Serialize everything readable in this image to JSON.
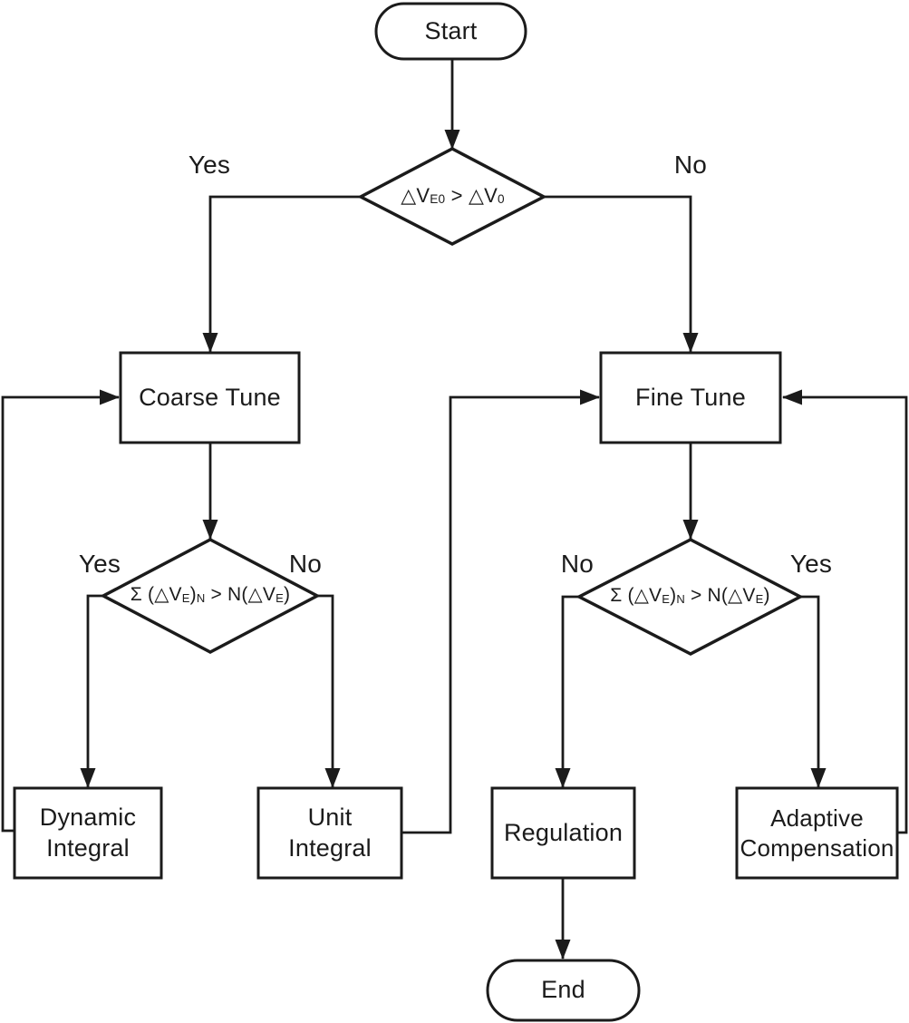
{
  "figure": {
    "ink_color": "#1b1b1b",
    "bg_color": "#ffffff"
  },
  "nodes": {
    "start": {
      "label": "Start"
    },
    "decision_top": {
      "p1": "△V",
      "s1": "E0",
      "p2": " > △V",
      "s2": "0"
    },
    "coarse_tune": {
      "label": "Coarse Tune"
    },
    "fine_tune": {
      "label": "Fine Tune"
    },
    "decision_left": {
      "p1": "Σ (△V",
      "s1": "E",
      "p2": ")",
      "s2": "N",
      "p3": " > N(△V",
      "s3": "E",
      "p4": ")"
    },
    "decision_right": {
      "p1": "Σ (△V",
      "s1": "E",
      "p2": ")",
      "s2": "N",
      "p3": " > N(△V",
      "s3": "E",
      "p4": ")"
    },
    "dynamic_integral": {
      "line1": "Dynamic",
      "line2": "Integral"
    },
    "unit_integral": {
      "line1": "Unit",
      "line2": "Integral"
    },
    "regulation": {
      "label": "Regulation"
    },
    "adaptive_compensation": {
      "line1": "Adaptive",
      "line2": "Compensation"
    },
    "end": {
      "label": "End"
    }
  },
  "branch_labels": {
    "top_yes": "Yes",
    "top_no": "No",
    "left_yes": "Yes",
    "left_no": "No",
    "right_no": "No",
    "right_yes": "Yes"
  }
}
